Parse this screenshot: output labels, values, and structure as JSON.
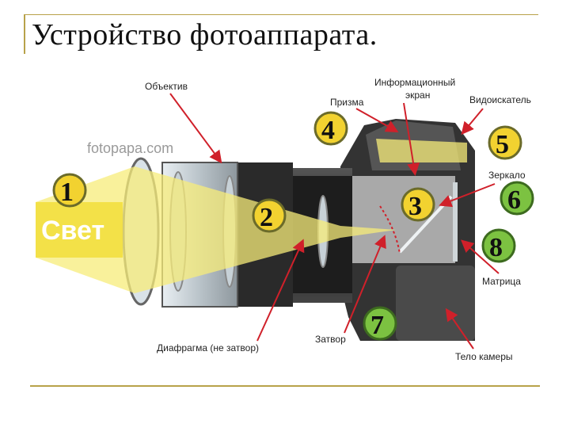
{
  "title": "Устройство фотоаппарата.",
  "watermark": "fotopapa.com",
  "light_label": "Свет",
  "labels": {
    "lens": "Объектив",
    "info_screen_line1": "Информационный",
    "info_screen_line2": "экран",
    "prism": "Призма",
    "viewfinder": "Видоискатель",
    "mirror": "Зеркало",
    "matrix": "Матрица",
    "shutter": "Затвор",
    "body": "Тело камеры",
    "aperture": "Диафрагма (не затвор)"
  },
  "markers": [
    "1",
    "2",
    "3",
    "4",
    "5",
    "6",
    "7",
    "8"
  ],
  "colors": {
    "arrow": "#d0202a",
    "marker_yellow": "#f2d230",
    "marker_green": "#7cc241",
    "light_beam": "#f7ec7a",
    "frame": "#b8a24a",
    "camera_body": "#3a3a3a"
  }
}
